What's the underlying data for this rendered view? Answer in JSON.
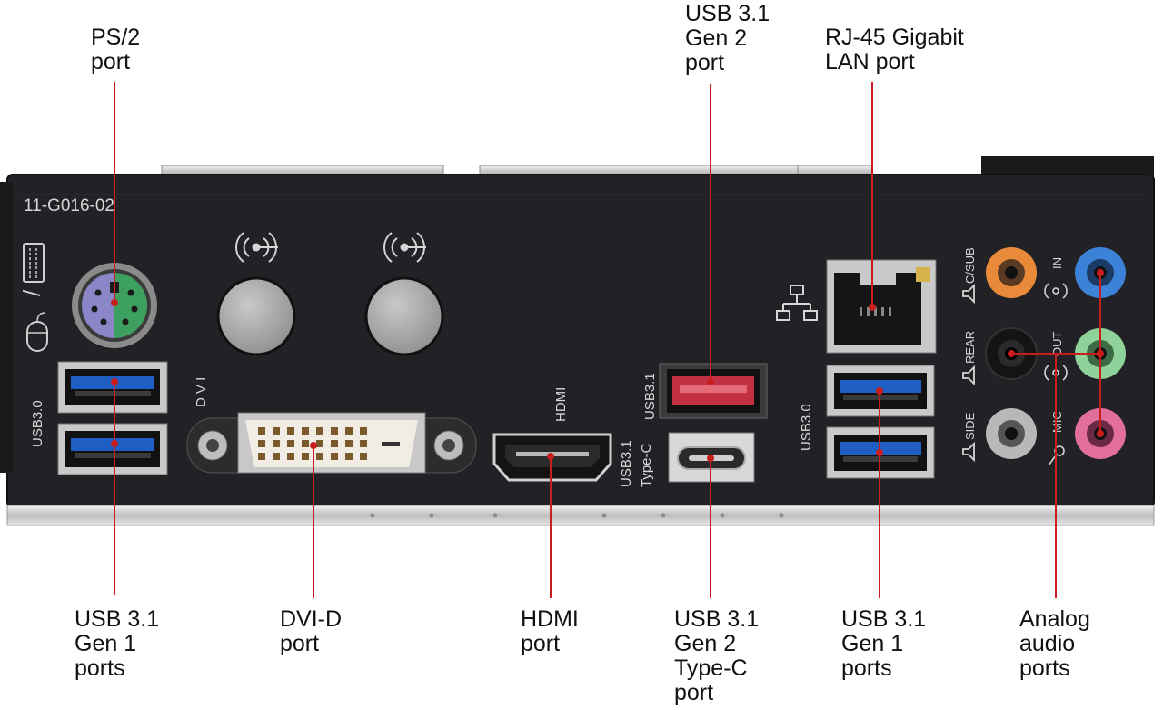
{
  "panel": {
    "part_number": "11-G016-02",
    "labels": {
      "usb30_left": "USB3.0",
      "dvi": "D V I",
      "hdmi": "HDMI",
      "usb31": "USB3.1",
      "usb31_typec_line1": "USB3.1",
      "usb31_typec_line2": "Type-C",
      "usb30_right": "USB3.0",
      "csub": "C/SUB",
      "rear": "REAR",
      "side": "SIDE",
      "in": "IN",
      "out": "OUT",
      "mic": "MIC"
    },
    "colors": {
      "panel": "#222126",
      "usb30": "#1f5fc4",
      "usb31_gen2": "#c23043",
      "audio_orange": "#e98a3a",
      "audio_blue": "#3b82d8",
      "audio_green": "#8fd39a",
      "audio_pink": "#e26f9b",
      "audio_black": "#141414",
      "audio_gray": "#b8b8b8",
      "ps2_purple": "#8a86c8",
      "ps2_green": "#3da060",
      "callout_line": "#c81e1e"
    }
  },
  "callouts": {
    "ps2": [
      "PS/2",
      "port"
    ],
    "usb31_gen2": [
      "USB 3.1",
      "Gen 2",
      "port"
    ],
    "rj45": [
      "RJ-45 Gigabit",
      "LAN port"
    ],
    "usb31_gen1_left": [
      "USB 3.1",
      "Gen 1",
      "ports"
    ],
    "dvid": [
      "DVI-D",
      "port"
    ],
    "hdmi": [
      "HDMI",
      "port"
    ],
    "usb31_gen2_typec": [
      "USB 3.1",
      "Gen 2",
      "Type-C",
      "port"
    ],
    "usb31_gen1_right": [
      "USB 3.1",
      "Gen 1",
      "ports"
    ],
    "analog_audio": [
      "Analog",
      "audio",
      "ports"
    ]
  },
  "icons": [
    "keyboard-icon",
    "mouse-icon",
    "wifi-antenna-icon",
    "network-icon",
    "speaker-icon",
    "microphone-icon"
  ]
}
